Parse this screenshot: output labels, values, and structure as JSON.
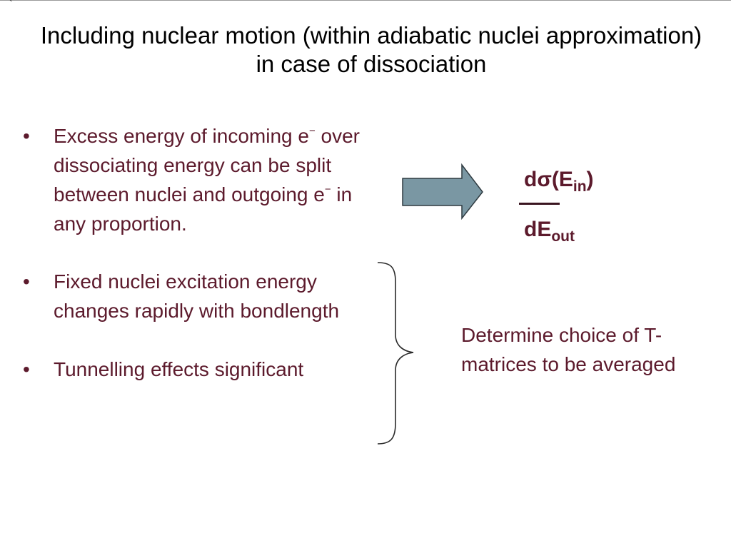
{
  "slide": {
    "corner_mark": "`",
    "title": "Including nuclear motion (within adiabatic nuclei approximation) in case of dissociation",
    "bullet_symbol": "•",
    "bullets": [
      {
        "text_a": "Excess energy of incoming e",
        "sup_a": "−",
        "text_b": " over dissociating energy can be split between nuclei and outgoing e",
        "sup_b": "−",
        "text_c": " in any proportion."
      },
      {
        "text": "Fixed nuclei excitation energy changes rapidly with bondlength"
      },
      {
        "text": "Tunnelling effects significant"
      }
    ],
    "formula": {
      "numerator_prefix": "d",
      "sigma": "σ",
      "open": "(E",
      "numerator_sub": "in",
      "close": ")",
      "denominator_base": "dE",
      "denominator_sub": "out"
    },
    "note": "Determine choice of T-matrices to be averaged"
  },
  "colors": {
    "body_text": "#5c1a2c",
    "title_text": "#000000",
    "arrow_fill": "#7a97a3",
    "arrow_stroke": "#2e3a40"
  }
}
